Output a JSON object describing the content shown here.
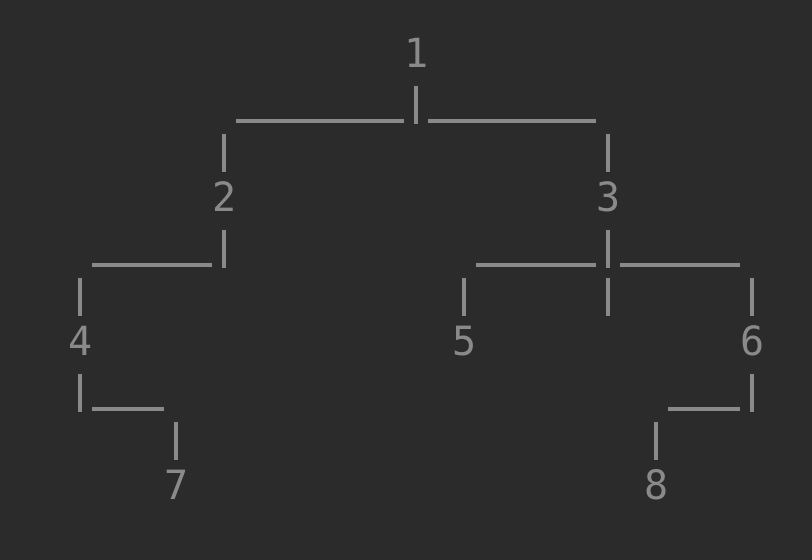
{
  "colors": {
    "background": "#2b2b2b",
    "foreground": "#8a8a8a"
  },
  "tree": {
    "nodes": [
      {
        "id": "n1",
        "label": "1"
      },
      {
        "id": "n2",
        "label": "2"
      },
      {
        "id": "n3",
        "label": "3"
      },
      {
        "id": "n4",
        "label": "4"
      },
      {
        "id": "n5",
        "label": "5"
      },
      {
        "id": "n6",
        "label": "6"
      },
      {
        "id": "n7",
        "label": "7"
      },
      {
        "id": "n8",
        "label": "8"
      }
    ],
    "edges": [
      {
        "parent": "1",
        "child": "2"
      },
      {
        "parent": "1",
        "child": "3"
      },
      {
        "parent": "2",
        "child": "4"
      },
      {
        "parent": "3",
        "child": "5"
      },
      {
        "parent": "3",
        "child": "6"
      },
      {
        "parent": "4",
        "child": "7"
      },
      {
        "parent": "6",
        "child": "8"
      }
    ]
  }
}
